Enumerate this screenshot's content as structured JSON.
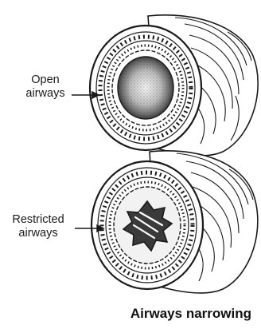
{
  "labels": {
    "open_line1": "Open",
    "open_line2": "airways",
    "restricted_line1": "Restricted",
    "restricted_line2": "airways"
  },
  "caption": "Airways narrowing",
  "colors": {
    "ink": "#1a1a1a",
    "background": "#ffffff"
  }
}
